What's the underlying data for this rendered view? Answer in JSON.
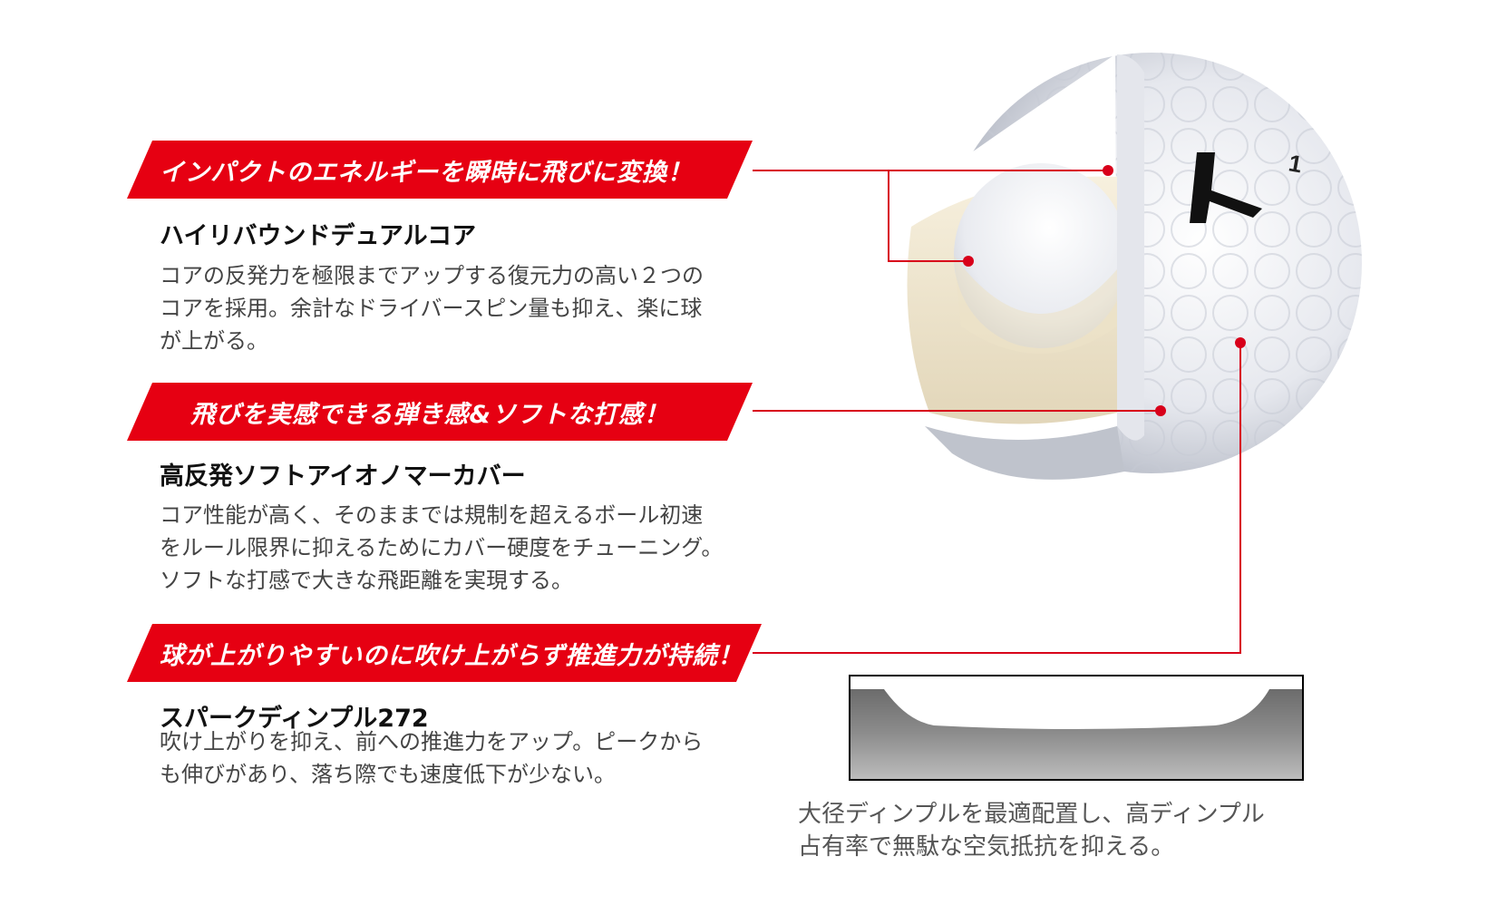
{
  "features": [
    {
      "banner": "インパクトのエネルギーを瞬時に飛びに変換！",
      "title": "ハイリバウンドデュアルコア",
      "description": "コアの反発力を極限までアップする復元力の高い２つの\nコアを採用。余計なドライバースピン量も抑え、楽に球\nが上がる。"
    },
    {
      "banner": "飛びを実感できる弾き感&ソフトな打感！",
      "title": "高反発ソフトアイオノマーカバー",
      "description": "コア性能が高く、そのままでは規制を超えるボール初速\nをルール限界に抑えるためにカバー硬度をチューニング。\nソフトな打感で大きな飛距離を実現する。"
    },
    {
      "banner": "球が上がりやすいのに吹け上がらず推進力が持続！",
      "title": "スパークディンプル272",
      "description": "吹け上がりを抑え、前への推進力をアップ。ピークから\nも伸びがあり、落ち際でも速度低下が少ない。"
    }
  ],
  "ball": {
    "number": "1"
  },
  "dimple_caption": "大径ディンプルを最適配置し、高ディンプル\n占有率で無駄な空気抵抗を抑える。",
  "colors": {
    "accent": "#e60012",
    "line": "#d8001a"
  }
}
